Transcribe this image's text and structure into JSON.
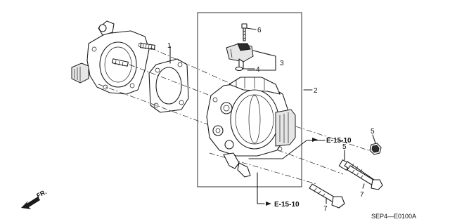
{
  "callouts": {
    "c1": "1",
    "c2": "2",
    "c3": "3",
    "c4": "4",
    "c5a": "5",
    "c5b": "5",
    "c6": "6",
    "c7a": "7",
    "c7b": "7"
  },
  "references": {
    "upper": "E-15-10",
    "lower": "E-15-10"
  },
  "direction": {
    "label": "FR."
  },
  "diagram_code": "SEP4—E0100A"
}
